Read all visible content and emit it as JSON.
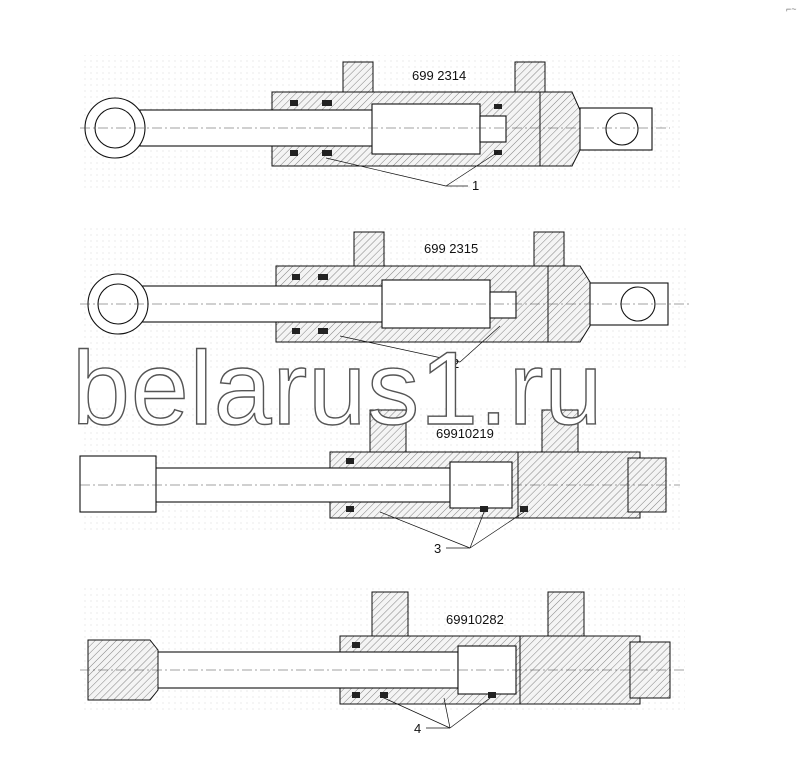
{
  "corner_mark": "⌐~",
  "watermark": "belarus1.ru",
  "cylinders": [
    {
      "part_number": "699 2314",
      "callout": "1"
    },
    {
      "part_number": "699 2315",
      "callout": "2"
    },
    {
      "part_number": "69910219",
      "callout": "3"
    },
    {
      "part_number": "69910282",
      "callout": "4"
    }
  ]
}
